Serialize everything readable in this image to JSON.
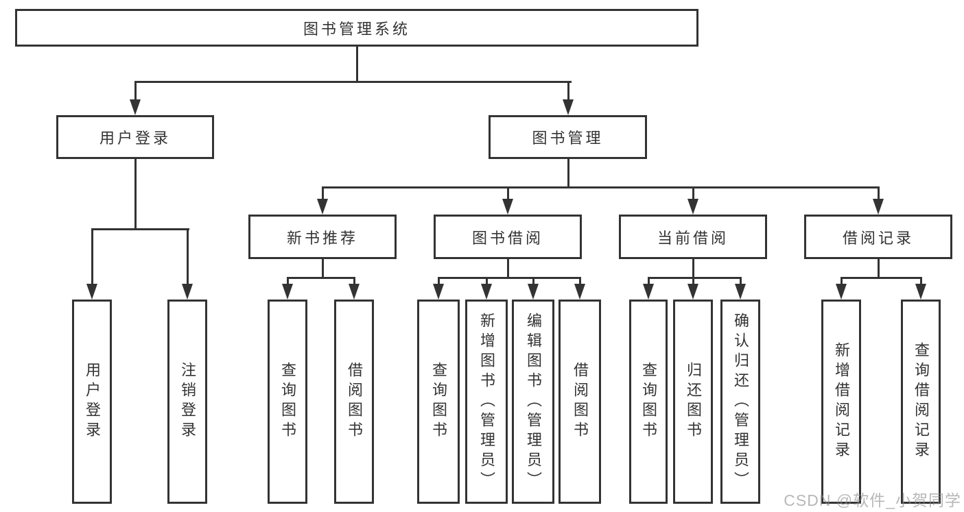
{
  "diagram": {
    "root": {
      "label": "图书管理系统"
    },
    "branches": [
      {
        "label": "用户登录",
        "children": [
          {
            "label": "用户登录"
          },
          {
            "label": "注销登录"
          }
        ]
      },
      {
        "label": "图书管理",
        "children": [
          {
            "label": "新书推荐",
            "children": [
              {
                "label": "查询图书"
              },
              {
                "label": "借阅图书"
              }
            ]
          },
          {
            "label": "图书借阅",
            "children": [
              {
                "label": "查询图书"
              },
              {
                "label": "新增图书（管理员）"
              },
              {
                "label": "编辑图书（管理员）"
              },
              {
                "label": "借阅图书"
              }
            ]
          },
          {
            "label": "当前借阅",
            "children": [
              {
                "label": "查询图书"
              },
              {
                "label": "归还图书"
              },
              {
                "label": "确认归还（管理员）"
              }
            ]
          },
          {
            "label": "借阅记录",
            "children": [
              {
                "label": "新增借阅记录"
              },
              {
                "label": "查询借阅记录"
              }
            ]
          }
        ]
      }
    ]
  },
  "watermark": {
    "text": "CSDN @软件_小贺同学"
  },
  "colors": {
    "line": "#333333",
    "text": "#333333",
    "background": "#ffffff",
    "watermark": "#8c8c8c"
  }
}
